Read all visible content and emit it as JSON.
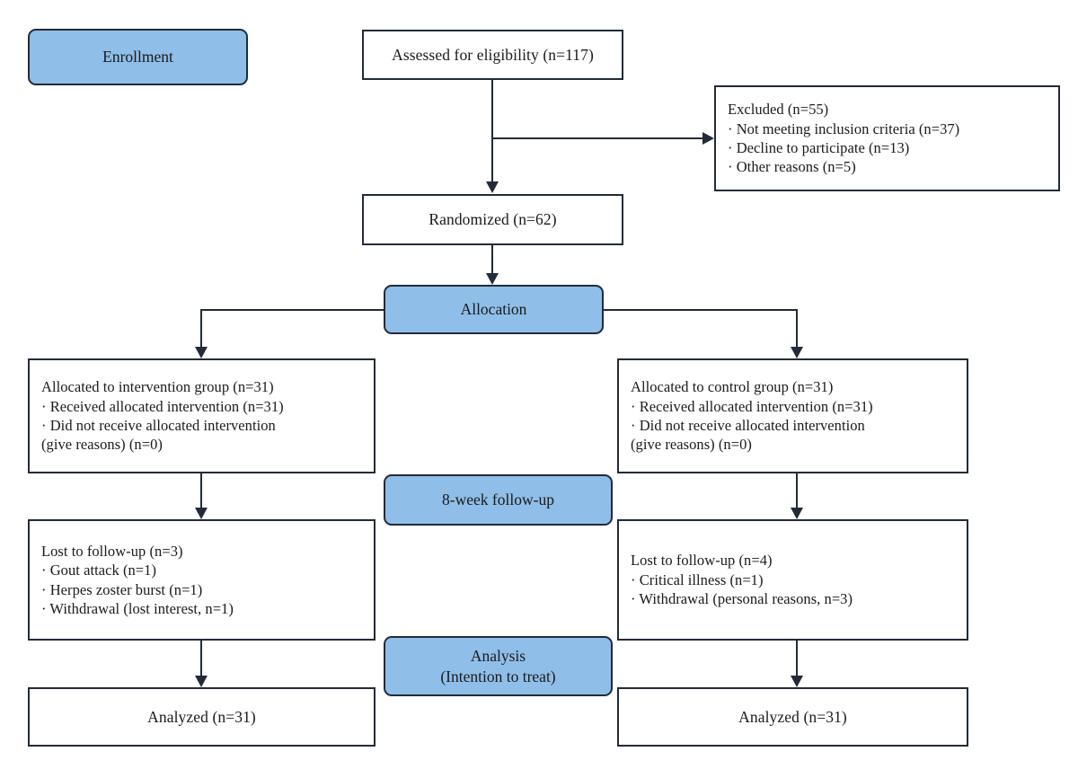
{
  "diagram": {
    "title": "CONSORT participant flow diagram",
    "accent_color": "#8fbee8",
    "border_color": "#232b38",
    "text_color": "#1a1a1a",
    "background_color": "#ffffff"
  },
  "stages": {
    "enrollment": "Enrollment",
    "allocation": "Allocation",
    "followup": "8-week follow-up",
    "analysis_line1": "Analysis",
    "analysis_line2": "(Intention to treat)"
  },
  "nodes": {
    "assessed": {
      "lines": [
        "Assessed for eligibility (n=117)"
      ]
    },
    "excluded": {
      "lines": [
        "Excluded (n=55)",
        "· Not meeting inclusion criteria (n=37)",
        "· Decline to participate (n=13)",
        "· Other reasons (n=5)"
      ]
    },
    "randomized": {
      "lines": [
        "Randomized (n=62)"
      ]
    },
    "allocated_intervention": {
      "lines": [
        "Allocated to intervention group (n=31)",
        "· Received allocated intervention (n=31)",
        "· Did not receive allocated intervention",
        "(give reasons) (n=0)"
      ]
    },
    "allocated_control": {
      "lines": [
        "Allocated to control group (n=31)",
        "· Received allocated intervention (n=31)",
        "· Did not receive allocated intervention",
        "(give reasons) (n=0)"
      ]
    },
    "lost_intervention": {
      "lines": [
        "Lost to follow-up (n=3)",
        "· Gout attack (n=1)",
        "· Herpes zoster burst (n=1)",
        "· Withdrawal (lost interest, n=1)"
      ]
    },
    "lost_control": {
      "lines": [
        "Lost to follow-up (n=4)",
        "· Critical illness (n=1)",
        "· Withdrawal (personal reasons, n=3)"
      ]
    },
    "analyzed_intervention": {
      "lines": [
        "Analyzed (n=31)"
      ]
    },
    "analyzed_control": {
      "lines": [
        "Analyzed (n=31)"
      ]
    }
  },
  "counts": {
    "assessed_for_eligibility": 117,
    "excluded_total": 55,
    "excluded_not_meeting_criteria": 37,
    "excluded_decline": 13,
    "excluded_other": 5,
    "randomized": 62,
    "allocated_intervention": 31,
    "allocated_control": 31,
    "received_intervention": 31,
    "received_control": 31,
    "did_not_receive_intervention": 0,
    "did_not_receive_control": 0,
    "lost_intervention": 3,
    "lost_control": 4,
    "analyzed_intervention": 31,
    "analyzed_control": 31
  }
}
